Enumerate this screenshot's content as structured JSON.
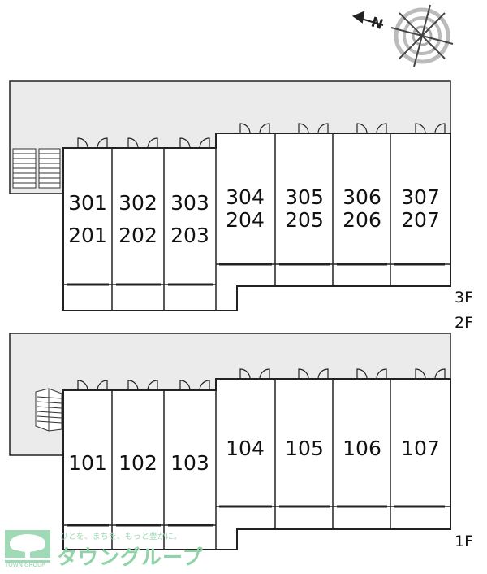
{
  "upper_plan": {
    "rooms_small": [
      {
        "top": "301",
        "bottom": "201"
      },
      {
        "top": "302",
        "bottom": "202"
      },
      {
        "top": "303",
        "bottom": "203"
      }
    ],
    "rooms_large": [
      {
        "top": "304",
        "bottom": "204"
      },
      {
        "top": "305",
        "bottom": "205"
      },
      {
        "top": "306",
        "bottom": "206"
      },
      {
        "top": "307",
        "bottom": "207"
      }
    ],
    "floor_labels": [
      "3F",
      "2F"
    ]
  },
  "lower_plan": {
    "rooms_small": [
      "101",
      "102",
      "103"
    ],
    "rooms_large": [
      "104",
      "105",
      "106",
      "107"
    ],
    "floor_label": "1F"
  },
  "compass": {
    "north_letter": "N"
  },
  "logo": {
    "tagline": "ひとを、まちを、もっと豊かに。",
    "name": "タウングループ",
    "small": "TOWN GROUP"
  },
  "colors": {
    "corridor": "#ebebeb",
    "line": "#222222",
    "logo": "#8fd3a6"
  }
}
